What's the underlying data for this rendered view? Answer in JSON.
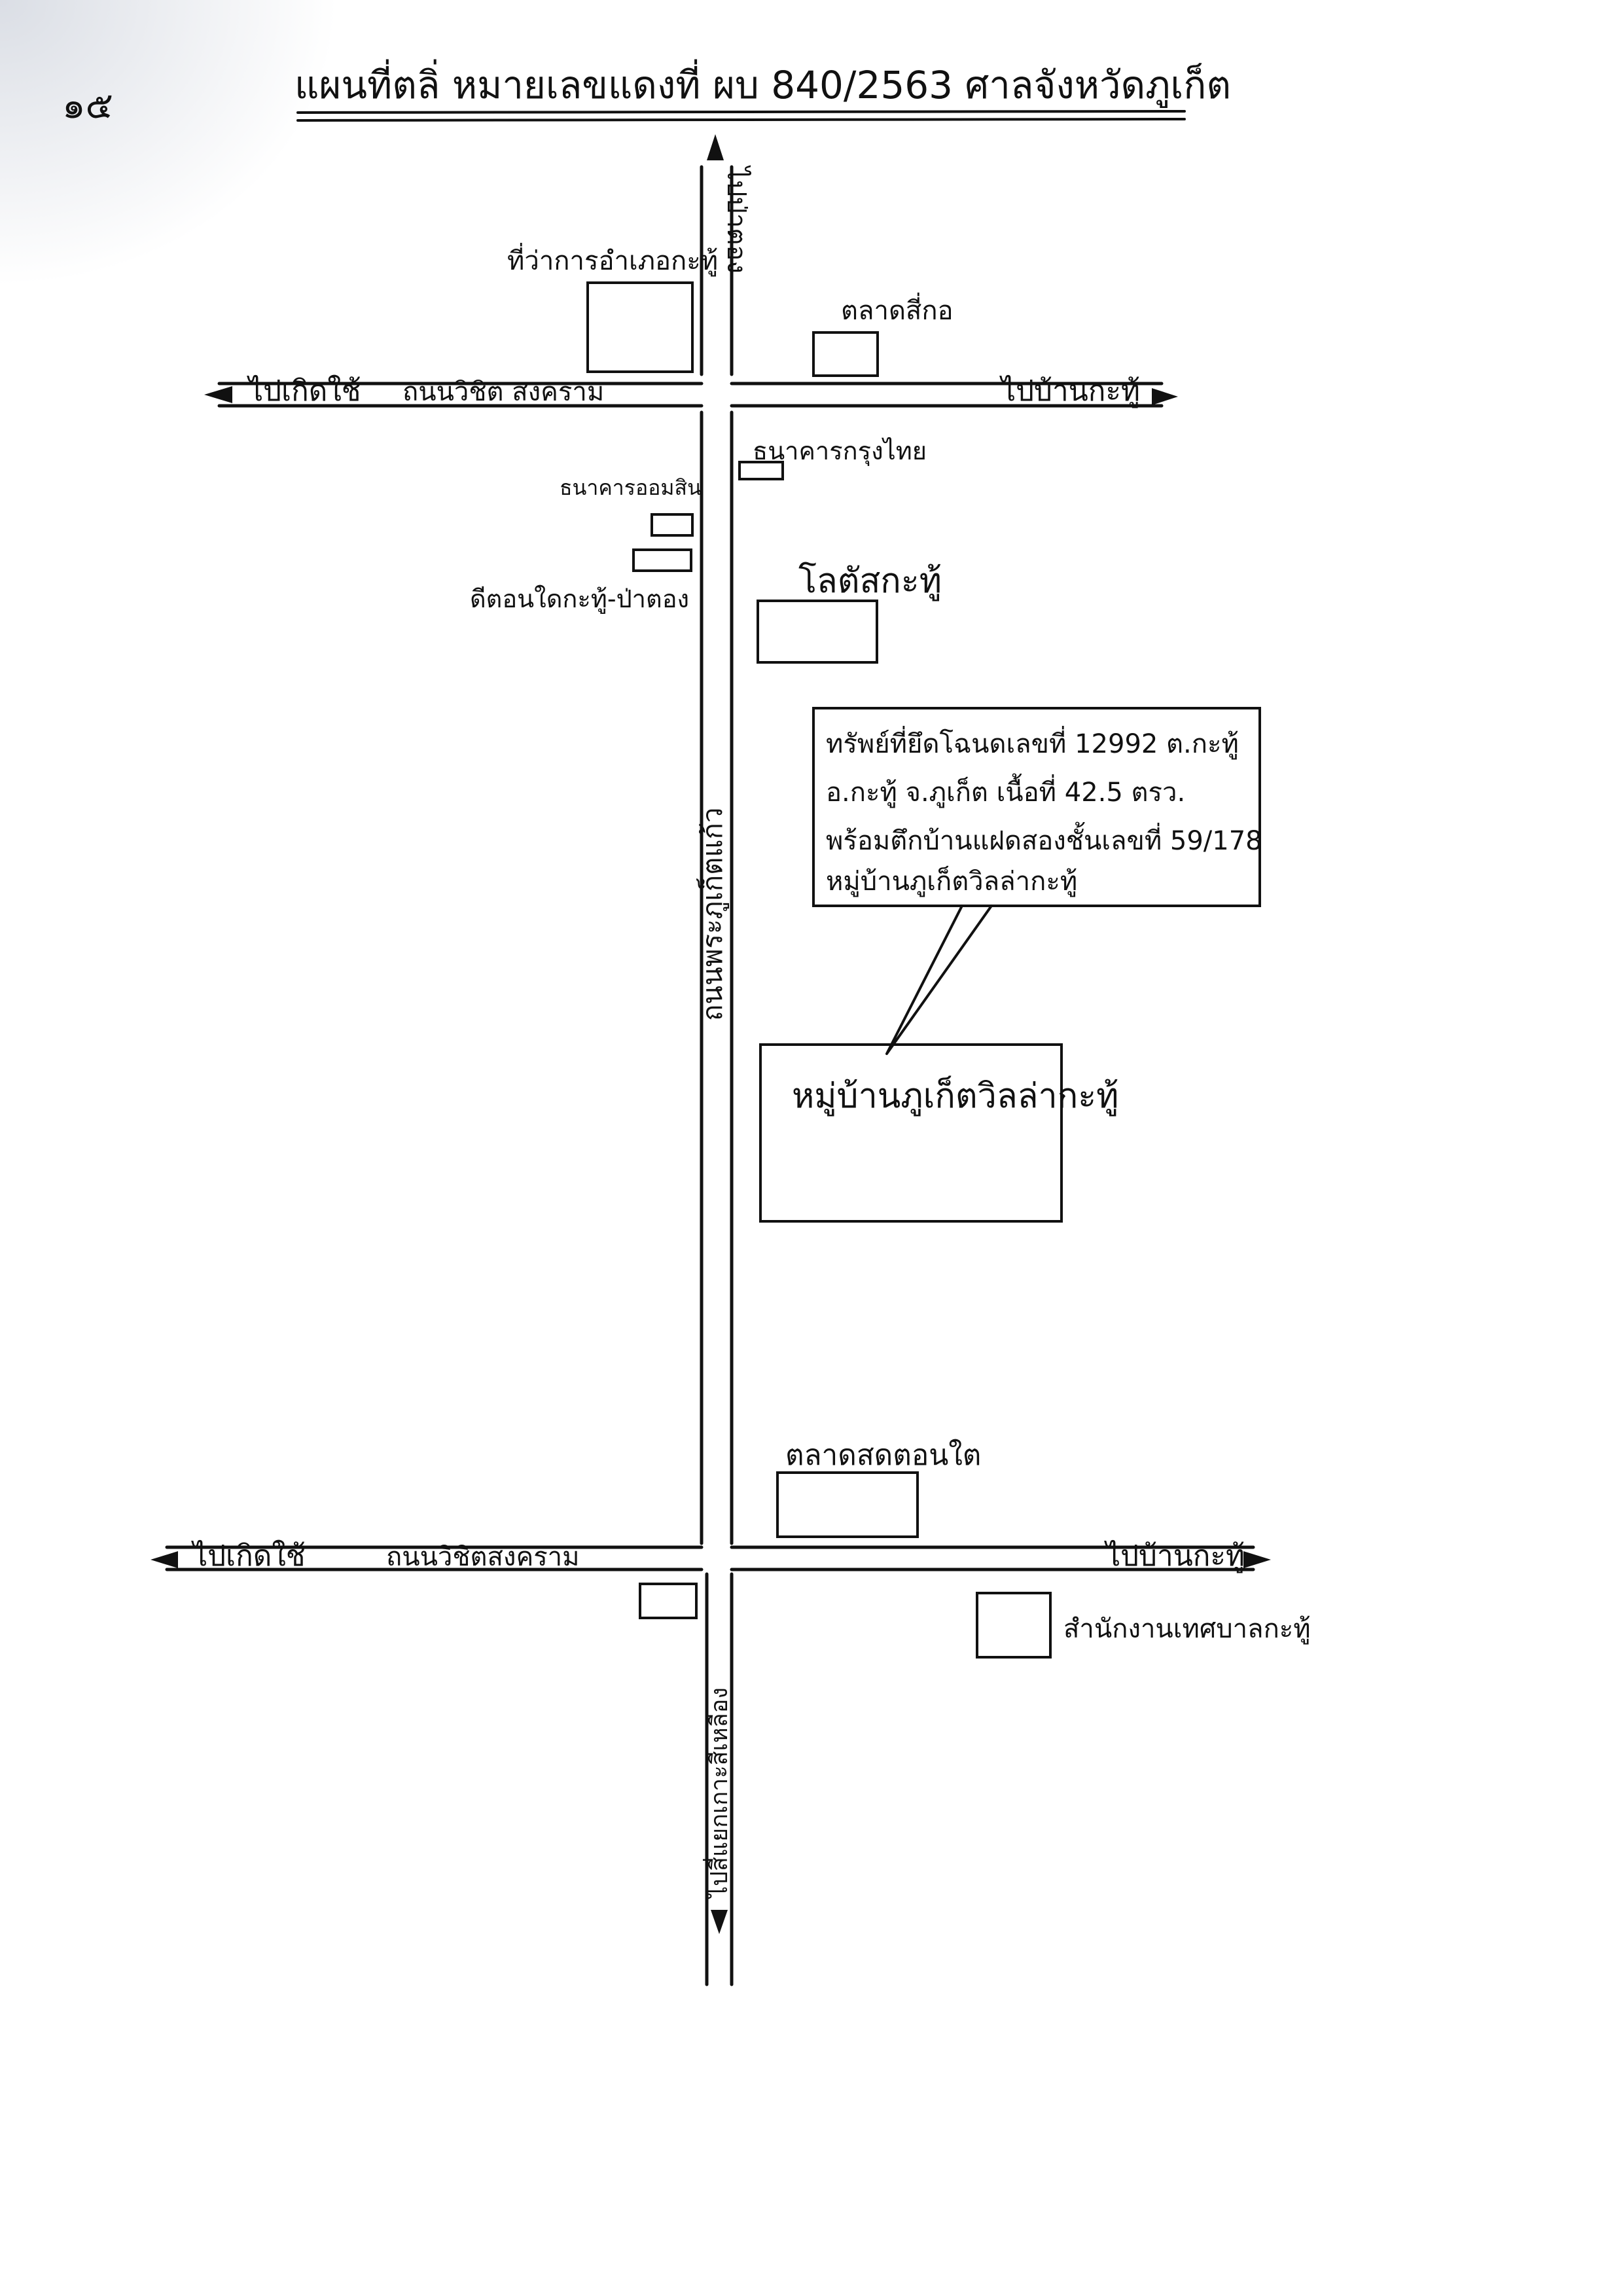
{
  "title": "แผนที่ตลิ่ หมายเลขแดงที่ ผบ 840/2563 ศาลจังหวัดภูเก็ต",
  "corner_mark": "๑๕",
  "roads": {
    "north_up": "ไปป่าตอง",
    "top_west": "ไปเกิดใช้",
    "top_road_name": "ถนนวิชิต สงคราม",
    "top_east": "ไปบ้านกะทู้",
    "main_road_name": "ถนนพระภูเก็ตแก้ว",
    "bottom_west": "ไปเกิดใช้",
    "bottom_road_name": "ถนนวิชิตสงคราม",
    "bottom_east": "ไปบ้านกะทู้",
    "south_down": "ไปสี่แยกเกาะสีเหลือง"
  },
  "landmarks": {
    "district_office": "ที่ว่าการอำเภอกะทู้",
    "kathu_market": "ตลาดสี่กอ",
    "krungthai_bank": "ธนาคารกรุงไทย",
    "government_savings_bank": "ธนาคารออมสิน",
    "police_station": "ดีตอนใดกะทู้-ป่าตอง",
    "kathu_lotus": "โลตัสกะทู้",
    "village_box": "หมู่บ้านภูเก็ตวิลล่ากะทู้",
    "fresh_market": "ตลาดสดตอนใต",
    "municipality_office": "สำนักงานเทศบาลกะทู้"
  },
  "property_note": {
    "line1": "ทรัพย์ที่ยึดโฉนดเลขที่ 12992 ต.กะทู้",
    "line2": "อ.กะทู้ จ.ภูเก็ต เนื้อที่ 42.5 ตรว.",
    "line3": "พร้อมตึกบ้านแฝดสองชั้นเลขที่ 59/178",
    "line4": "หมู่บ้านภูเก็ตวิลล่ากะทู้"
  }
}
